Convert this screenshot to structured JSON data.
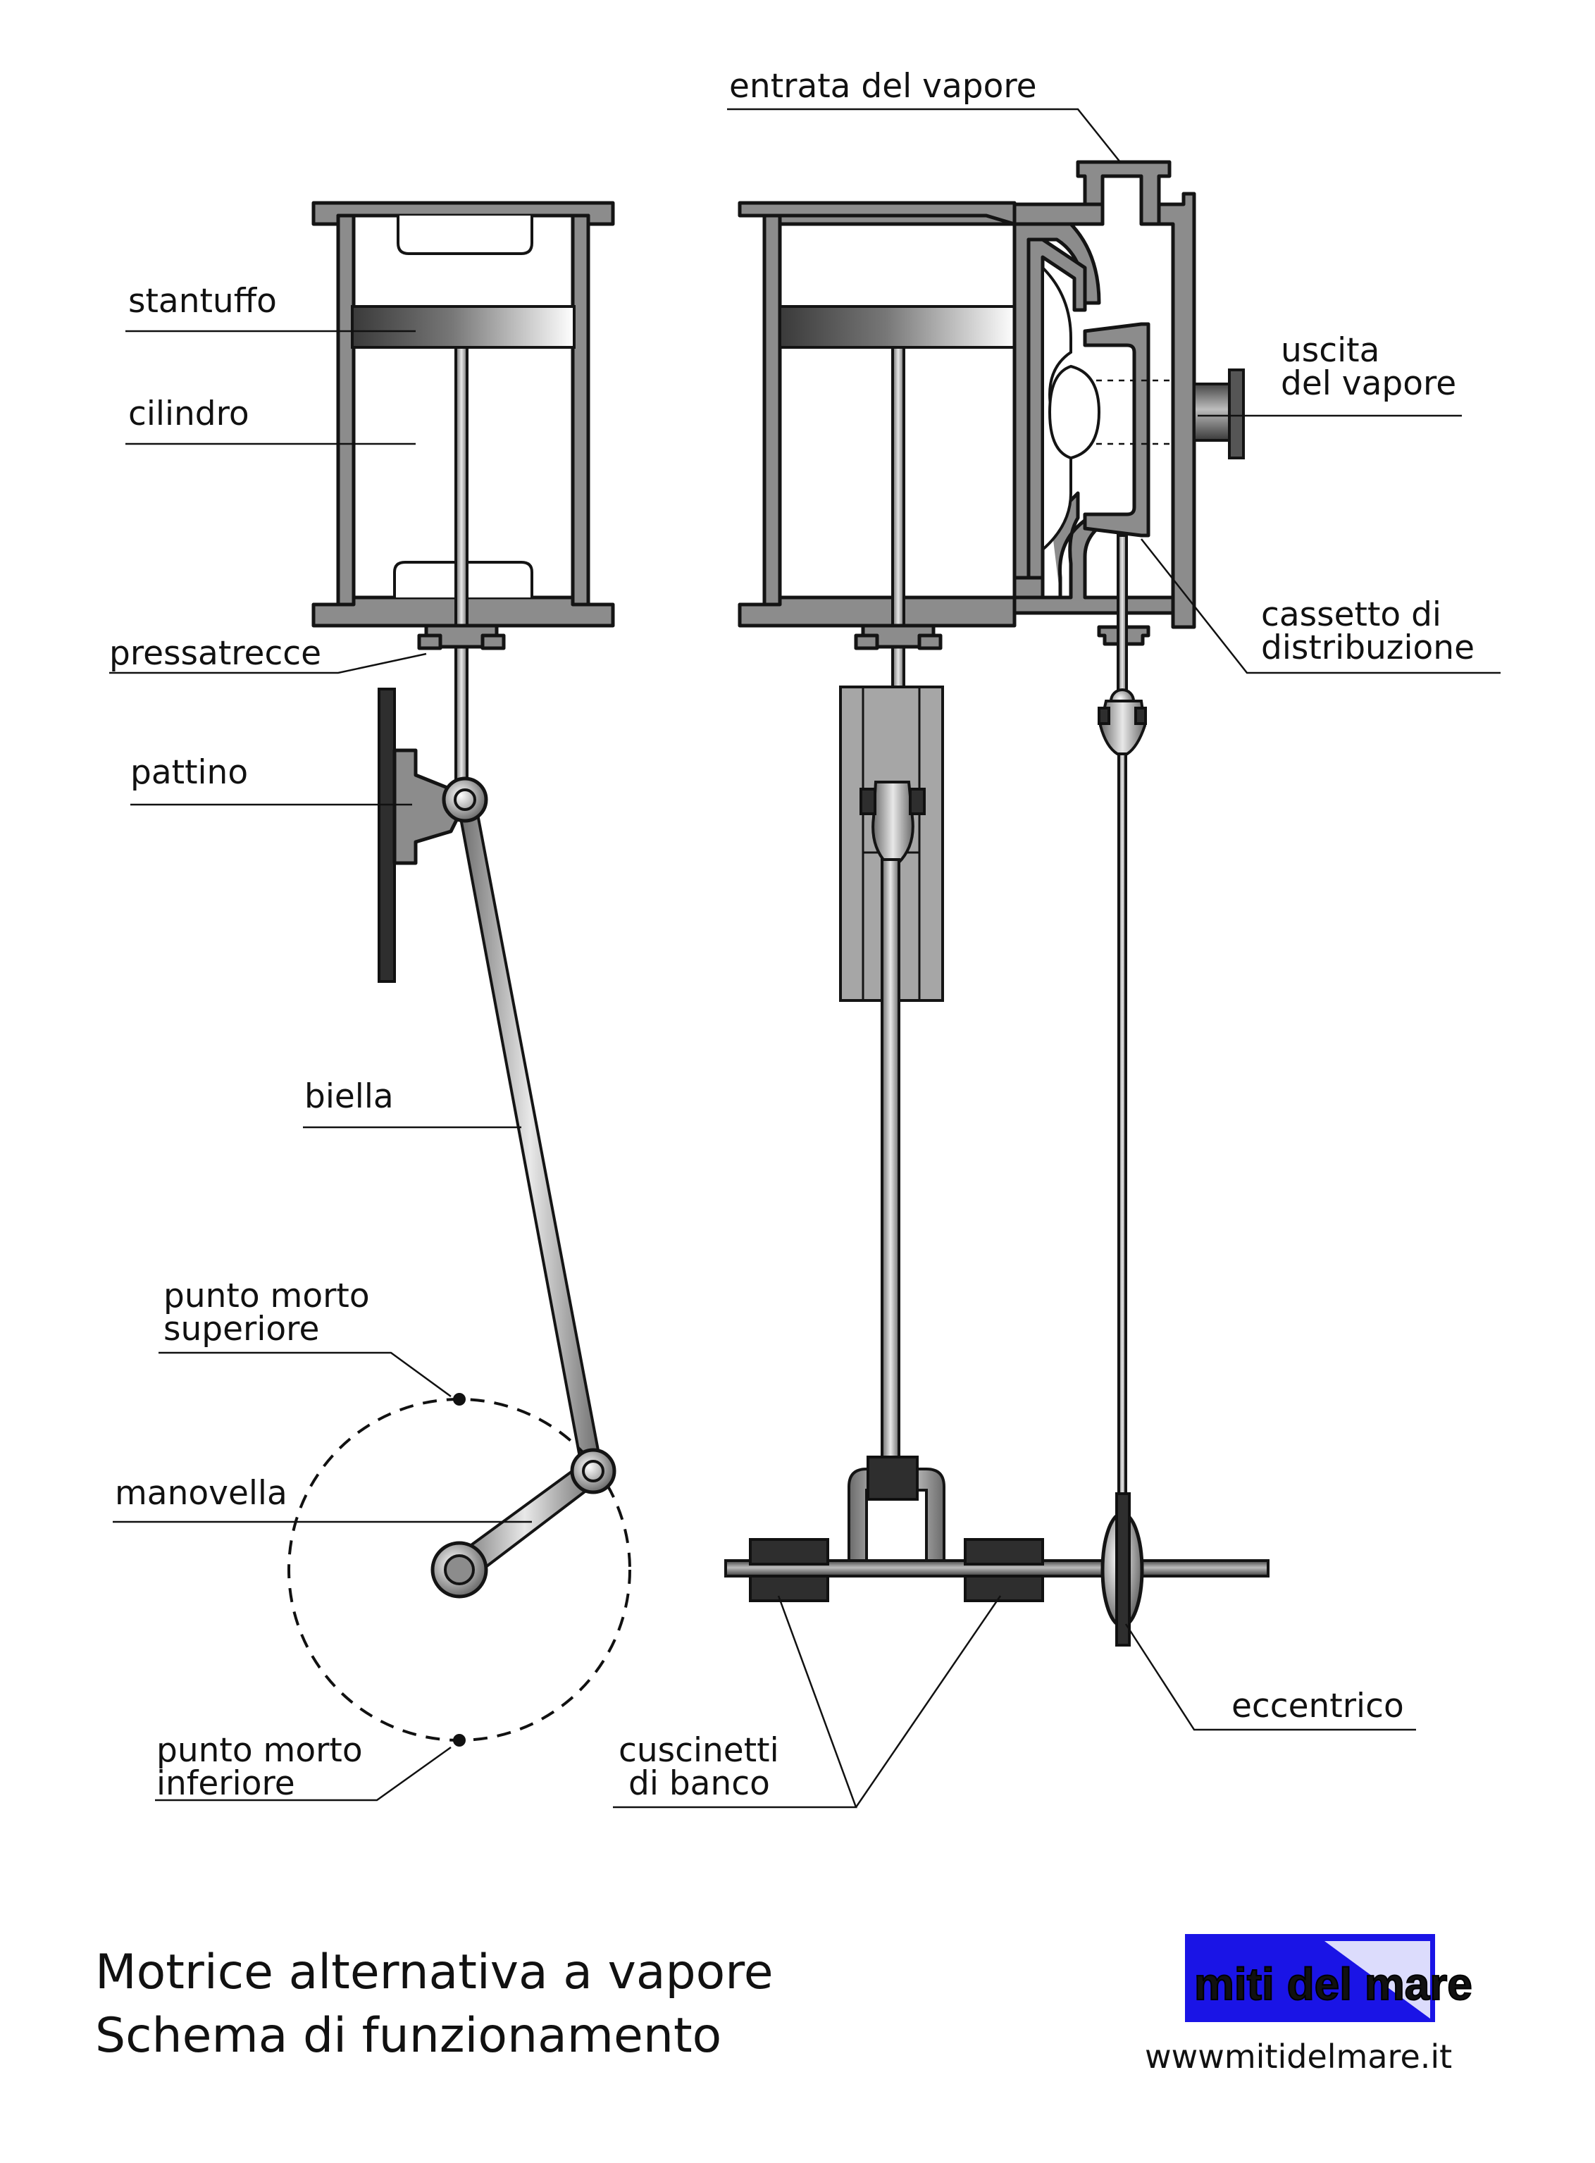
{
  "labels": {
    "steam_inlet": "entrata del vapore",
    "piston": "stantuffo",
    "cylinder": "cilindro",
    "steam_outlet_1": "uscita",
    "steam_outlet_2": "del vapore",
    "gland": "pressatrecce",
    "slide_valve_1": "cassetto di",
    "slide_valve_2": "distribuzione",
    "crosshead": "pattino",
    "connecting_rod": "biella",
    "tdc_1": "punto morto",
    "tdc_2": "superiore",
    "crank": "manovella",
    "bdc_1": "punto morto",
    "bdc_2": "inferiore",
    "main_bearings_1": "cuscinetti",
    "main_bearings_2": "di banco",
    "eccentric": "eccentrico"
  },
  "title": {
    "line1": "Motrice alternativa a vapore",
    "line2": "Schema di funzionamento"
  },
  "logo": {
    "text": "miti del mare",
    "bg_color": "#1a14e6",
    "text_color": "#ffff00"
  },
  "website": "wwwmitidelmare.it"
}
